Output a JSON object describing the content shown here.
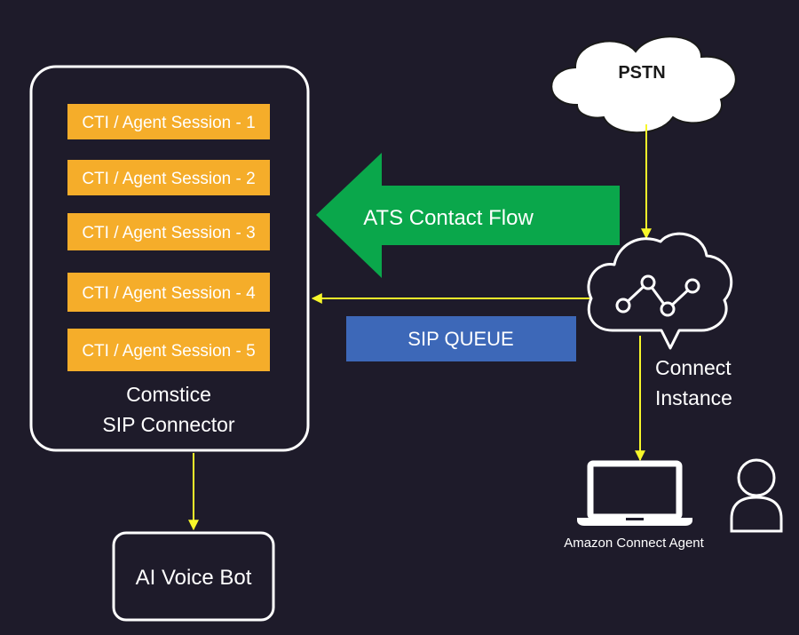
{
  "connector": {
    "title_line1": "Comstice",
    "title_line2": "SIP Connector",
    "sessions": [
      "CTI / Agent Session - 1",
      "CTI / Agent Session - 2",
      "CTI / Agent Session - 3",
      "CTI / Agent Session - 4",
      "CTI / Agent Session - 5"
    ]
  },
  "pstn_label": "PSTN",
  "contact_flow_label": "ATS Contact Flow",
  "sip_queue_label": "SIP QUEUE",
  "connect_instance": {
    "line1": "Connect",
    "line2": "Instance"
  },
  "agent_label": "Amazon Connect Agent",
  "voice_bot_label": "AI Voice Bot",
  "colors": {
    "background": "#1e1b2a",
    "session_box": "#f5ad2a",
    "arrow_green": "#0aa74b",
    "sip_queue_box": "#3d68b8",
    "connector_line": "#f7f72a",
    "outline": "#ffffff"
  },
  "icons": [
    "cloud-icon",
    "connect-cloud-icon",
    "laptop-icon",
    "person-icon"
  ]
}
